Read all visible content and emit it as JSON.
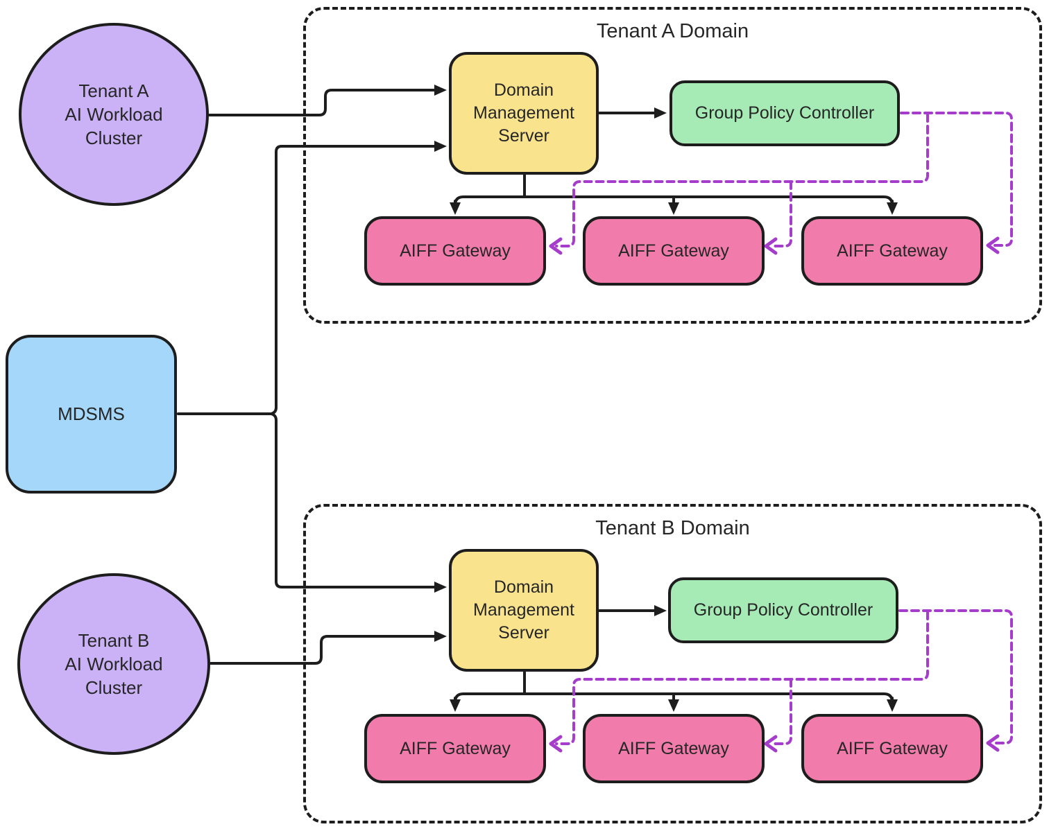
{
  "nodes": {
    "tenant_a_cluster": {
      "line1": "Tenant A",
      "line2": "AI Workload",
      "line3": "Cluster"
    },
    "mdsms": {
      "label": "MDSMS"
    },
    "tenant_b_cluster": {
      "line1": "Tenant B",
      "line2": "AI Workload",
      "line3": "Cluster"
    }
  },
  "domain_a": {
    "title": "Tenant A Domain",
    "dms": {
      "line1": "Domain",
      "line2": "Management",
      "line3": "Server"
    },
    "gpc": {
      "label": "Group Policy Controller"
    },
    "gateways": [
      {
        "label": "AIFF Gateway"
      },
      {
        "label": "AIFF Gateway"
      },
      {
        "label": "AIFF Gateway"
      }
    ]
  },
  "domain_b": {
    "title": "Tenant B Domain",
    "dms": {
      "line1": "Domain",
      "line2": "Management",
      "line3": "Server"
    },
    "gpc": {
      "label": "Group Policy Controller"
    },
    "gateways": [
      {
        "label": "AIFF Gateway"
      },
      {
        "label": "AIFF Gateway"
      },
      {
        "label": "AIFF Gateway"
      }
    ]
  },
  "colors": {
    "cluster_fill": "#CBB2F7",
    "mdsms_fill": "#A4D7F9",
    "dms_fill": "#F9E48D",
    "gpc_fill": "#A6EAB5",
    "gateway_fill": "#F17CAB",
    "violet_connector": "#A53CCB",
    "stroke": "#1D1D1D"
  }
}
